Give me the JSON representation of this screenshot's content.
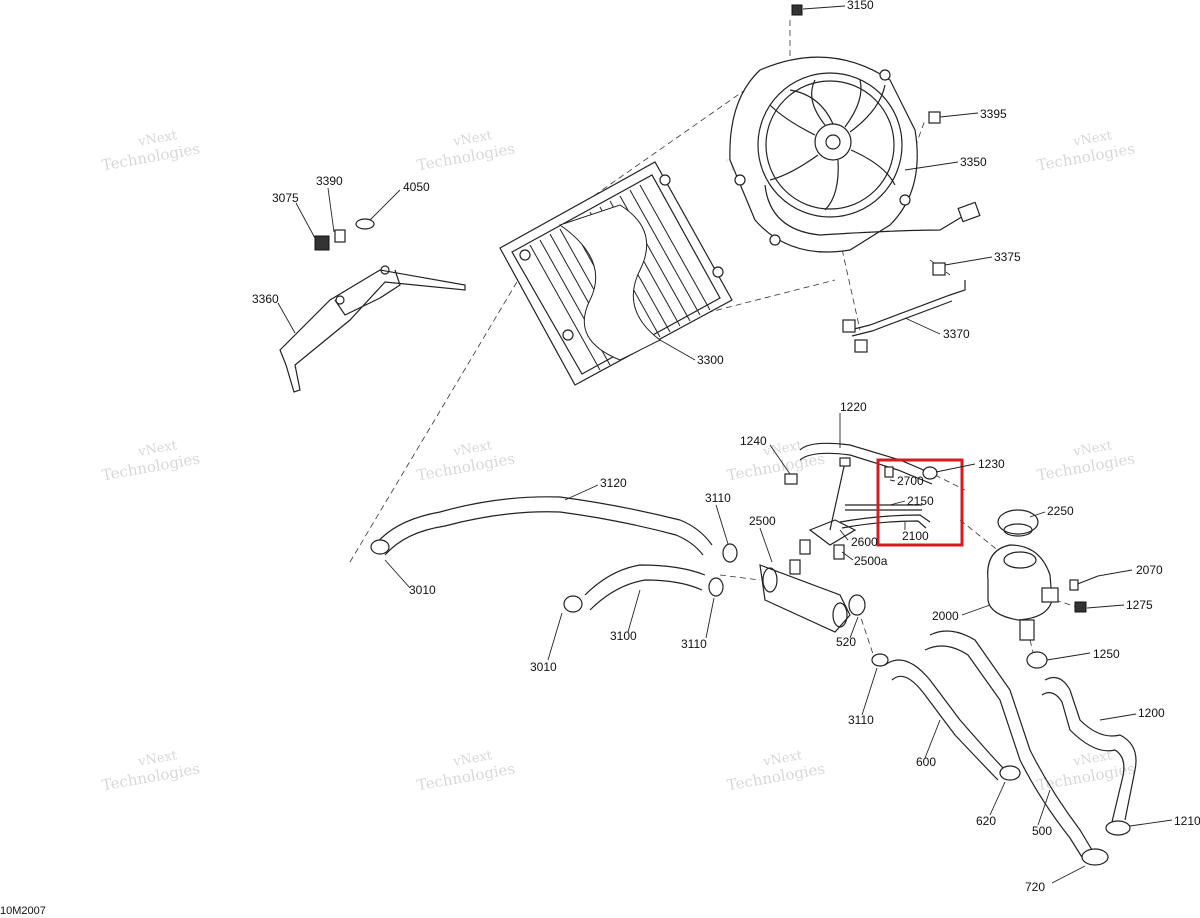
{
  "diagram_id": "10M2007",
  "watermark": {
    "line1": "vNext",
    "line2": "Technologies"
  },
  "callouts": {
    "c3150": "3150",
    "c3395": "3395",
    "c3350": "3350",
    "c3390": "3390",
    "c4050": "4050",
    "c3075": "3075",
    "c3360": "3360",
    "c3375": "3375",
    "c3370": "3370",
    "c3300": "3300",
    "c1220": "1220",
    "c1240": "1240",
    "c1230": "1230",
    "c2700": "2700",
    "c2150": "2150",
    "c2600": "2600",
    "c2100": "2100",
    "c2250": "2250",
    "c3120": "3120",
    "c3110a": "3110",
    "c2500": "2500",
    "c2500a": "2500a",
    "c2070": "2070",
    "c1275": "1275",
    "c2000": "2000",
    "c3010a": "3010",
    "c3100": "3100",
    "c3110b": "3110",
    "c3010b": "3010",
    "c520": "520",
    "c1250": "1250",
    "c3110c": "3110",
    "c1200": "1200",
    "c600": "600",
    "c620": "620",
    "c500": "500",
    "c1210": "1210",
    "c720": "720"
  },
  "colors": {
    "line": "#222222",
    "highlight": "#d71920",
    "watermark": "#b8b8b8"
  }
}
